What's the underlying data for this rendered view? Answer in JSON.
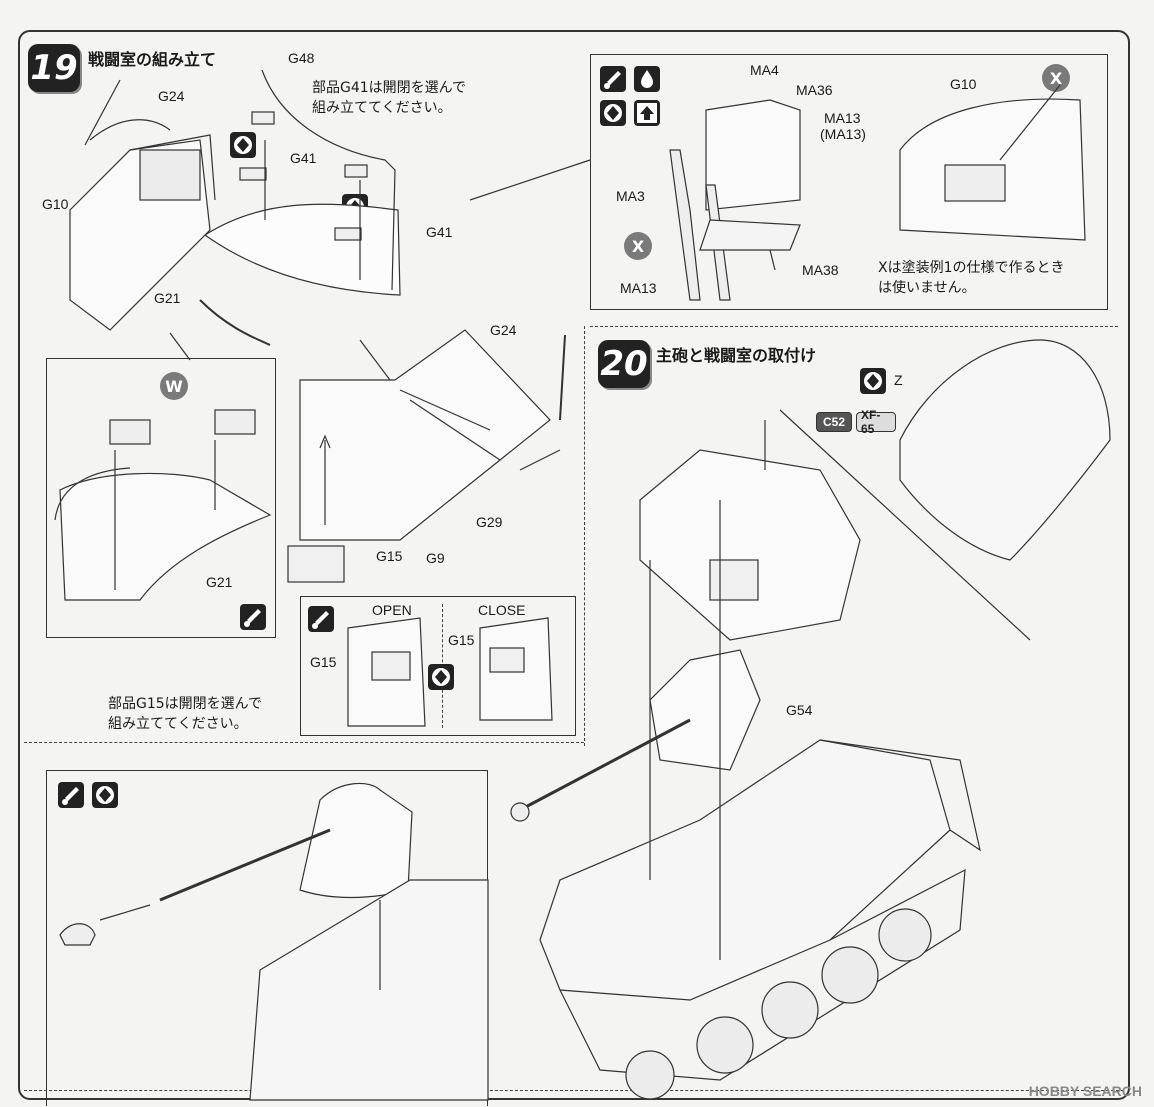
{
  "step19": {
    "number": "19",
    "title": "戦闘室の組み立て",
    "note_g41_line1": "部品G41は開閉を選んで",
    "note_g41_line2": "組み立ててください。",
    "note_g15_line1": "部品G15は開閉を選んで",
    "note_g15_line2": "組み立ててください。",
    "labels": {
      "g48": "G48",
      "g24a": "G24",
      "g41a": "G41",
      "g41b": "G41",
      "g10": "G10",
      "g21a": "G21",
      "g24b": "G24",
      "g29": "G29",
      "g9": "G9",
      "g15a": "G15",
      "g21b": "G21"
    },
    "open_close": {
      "open": "OPEN",
      "close": "CLOSE",
      "g15_open": "G15",
      "g15_close": "G15"
    },
    "inset": {
      "w_badge": "W"
    }
  },
  "detail_box": {
    "labels": {
      "ma4": "MA4",
      "ma36": "MA36",
      "ma13": "MA13",
      "ma13_paren": "(MA13)",
      "ma3": "MA3",
      "ma13b": "MA13",
      "ma38": "MA38",
      "g10": "G10"
    },
    "x_badge": "X",
    "note_line1": "Xは塗装例1の仕様で作るとき",
    "note_line2": "は使いません。"
  },
  "step20": {
    "number": "20",
    "title": "主砲と戦闘室の取付け",
    "z_label": "Z",
    "paint_c52": "C52",
    "paint_xf65": "XF-65",
    "g54": "G54"
  },
  "watermark": "HOBBY SEARCH",
  "icons": [
    "glue-icon",
    "paint-icon",
    "alternative-icon",
    "direction-icon"
  ]
}
